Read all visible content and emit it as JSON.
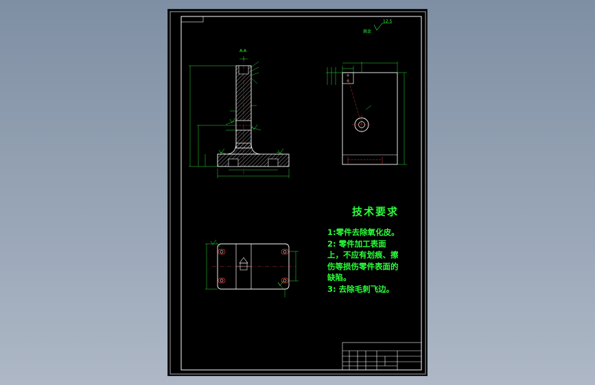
{
  "drawing": {
    "section_label": "A-A",
    "roughness_symbol_value": "12.5",
    "roughness_note": "其余",
    "colors": {
      "background": "#000000",
      "frame": "#ffffff",
      "outline": "#ffffff",
      "dimension": "#2bff3a",
      "hatch": "#ffffff",
      "hidden": "#ff3b3b",
      "center": "#ff3b3b",
      "text": "#2bff3a"
    }
  },
  "tech_requirements": {
    "title": "技术要求",
    "items": [
      "1:零件去除氧化皮。",
      "2: 零件加工表面",
      "上，不应有划痕、擦",
      "伤等损伤零件表面的",
      "缺陷。",
      "3: 去除毛刺飞边。"
    ]
  }
}
